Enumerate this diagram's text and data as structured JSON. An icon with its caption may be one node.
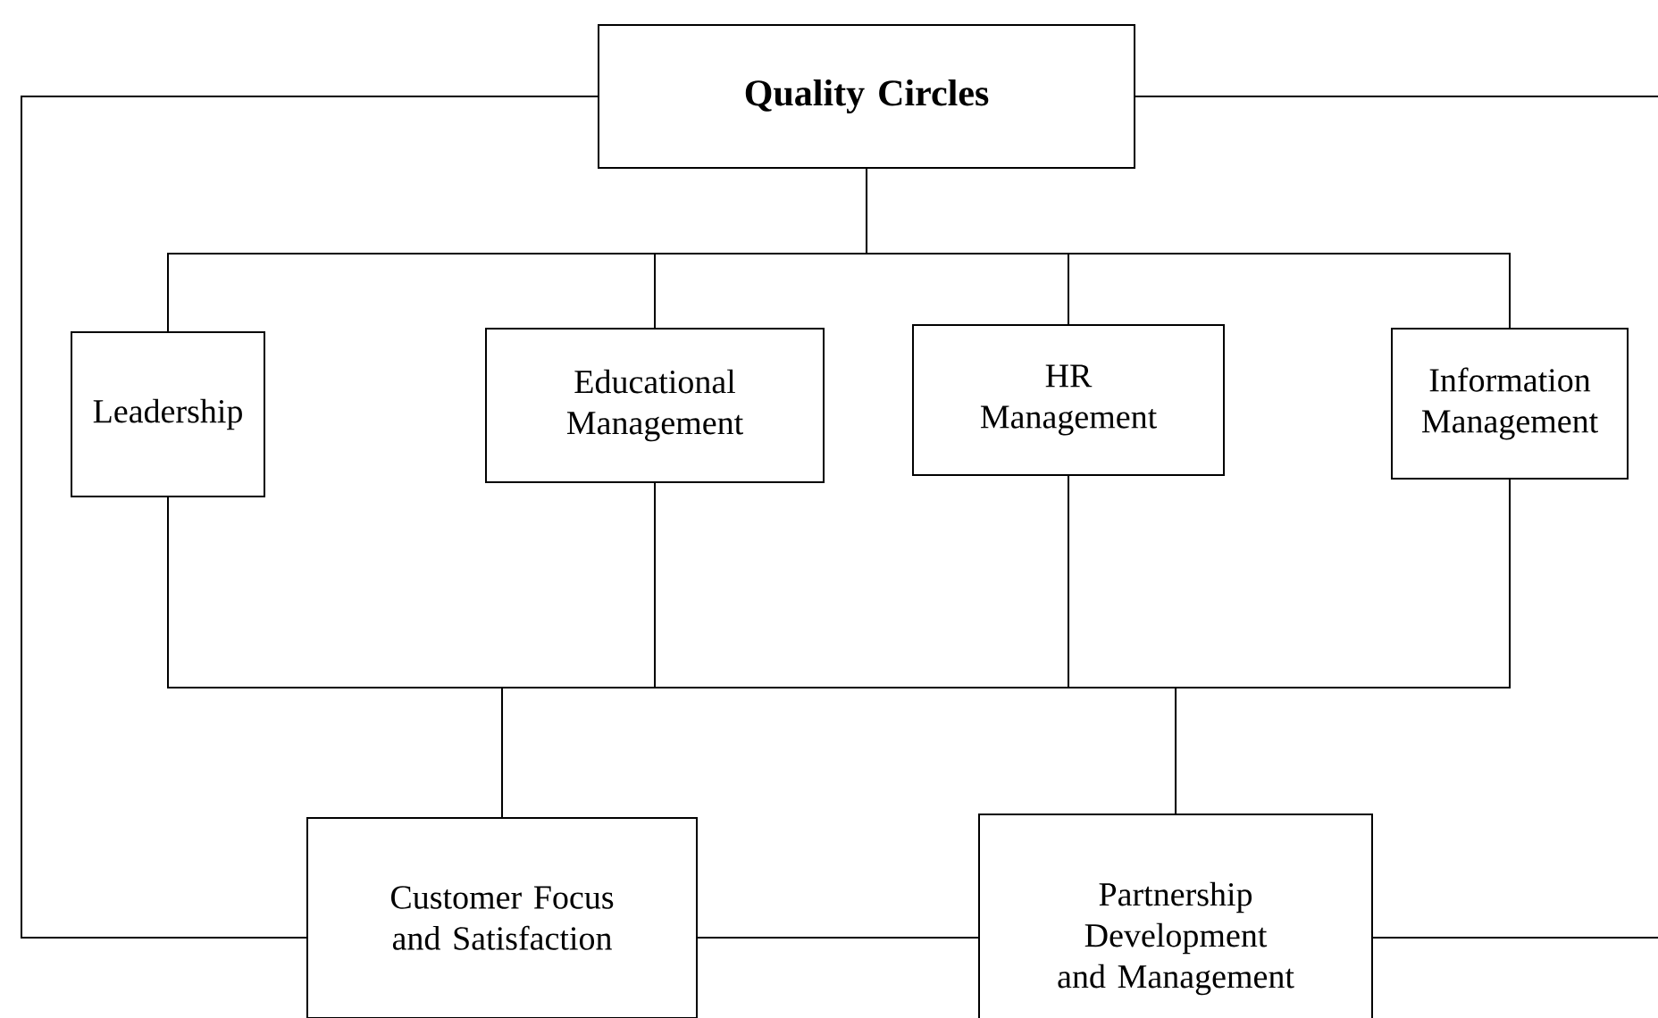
{
  "diagram": {
    "nodes": [
      {
        "text": [
          "**Quality Circles**"
        ]
      },
      {
        "text": [
          "Leadership"
        ]
      },
      {
        "text": [
          "Educational Management"
        ]
      },
      {
        "text": [
          "HR Management"
        ]
      },
      {
        "text": [
          "Information Management"
        ]
      },
      {
        "text": [
          "Customer Focus and Satisfaction"
        ]
      },
      {
        "text": [
          "Partnership Development and Management"
        ]
      }
    ],
    "edges": [
      {
        "from": 0,
        "to": 1,
        "arrow": "none"
      },
      {
        "from": 0,
        "to": 2,
        "arrow": "none"
      },
      {
        "from": 0,
        "to": 3,
        "arrow": "none"
      },
      {
        "from": 0,
        "to": 4,
        "arrow": "none"
      },
      {
        "from": 1,
        "to": 5,
        "arrow": "none"
      },
      {
        "from": 1,
        "to": 6,
        "arrow": "none"
      },
      {
        "from": 2,
        "to": 5,
        "arrow": "none"
      },
      {
        "from": 2,
        "to": 6,
        "arrow": "none"
      },
      {
        "from": 3,
        "to": 5,
        "arrow": "none"
      },
      {
        "from": 3,
        "to": 6,
        "arrow": "none"
      },
      {
        "from": 4,
        "to": 5,
        "arrow": "none"
      },
      {
        "from": 4,
        "to": 6,
        "arrow": "none"
      },
      {
        "from": 0,
        "to": 5,
        "arrow": "none"
      },
      {
        "from": 0,
        "to": 6,
        "arrow": "none"
      },
      {
        "from": 5,
        "to": 6,
        "arrow": "none"
      }
    ]
  }
}
